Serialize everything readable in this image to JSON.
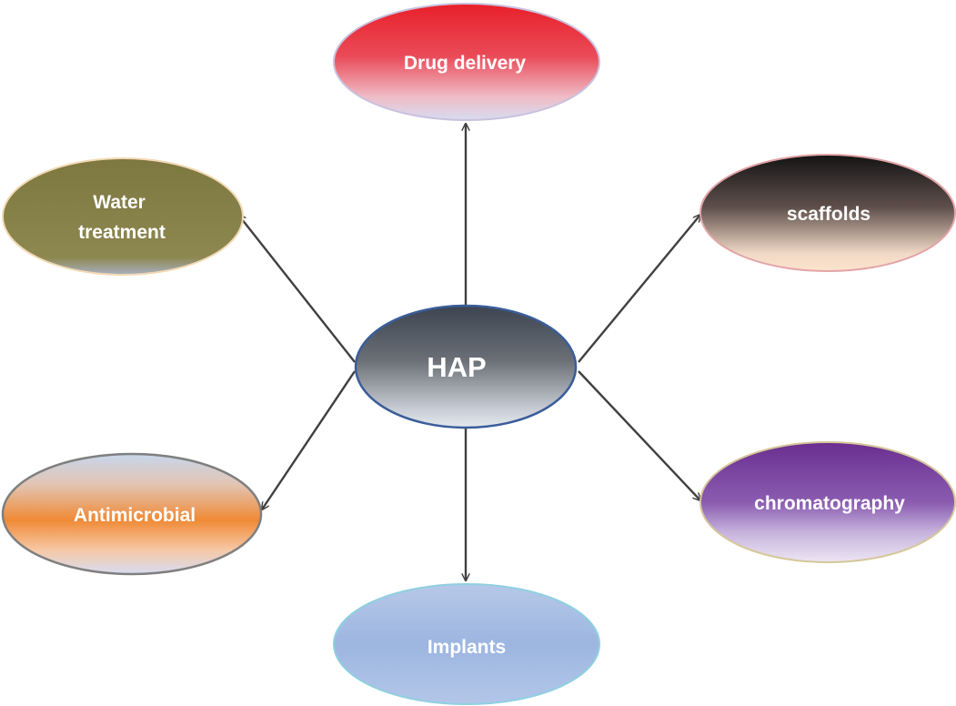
{
  "center": {
    "label": "HAP"
  },
  "nodes": {
    "drug_delivery": {
      "label": "Drug delivery"
    },
    "scaffolds": {
      "label": "scaffolds"
    },
    "water_treatment": {
      "line1": "Water",
      "line2": "treatment"
    },
    "antimicrobial": {
      "label": "Antimicrobial"
    },
    "chromatography": {
      "label": "chromatography"
    },
    "implants": {
      "label": "Implants"
    }
  }
}
